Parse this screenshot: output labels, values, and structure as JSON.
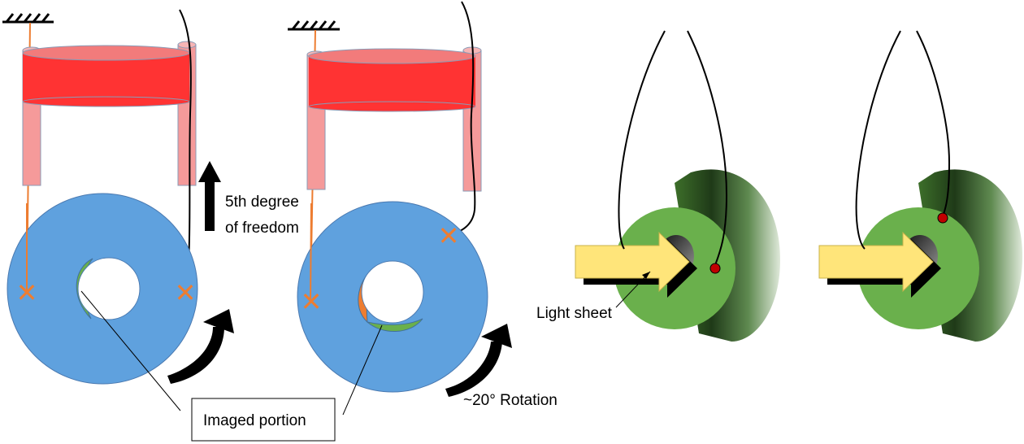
{
  "labels": {
    "dof_line1": "5th degree",
    "dof_line2": "of freedom",
    "rotation": "~20° Rotation",
    "light_sheet": "Light sheet",
    "imaged_portion": "Imaged portion"
  },
  "colors": {
    "frame_red": "#ff3333",
    "frame_top": "#f27b7b",
    "post_pink": "#f59a9a",
    "disk_blue": "#5fa1de",
    "disk_green": "#6ab04c",
    "mark_orange": "#ed7d31",
    "string_orange": "#ed7d31",
    "sheet_yellow": "#ffe57a",
    "dot_red": "#c00000"
  }
}
